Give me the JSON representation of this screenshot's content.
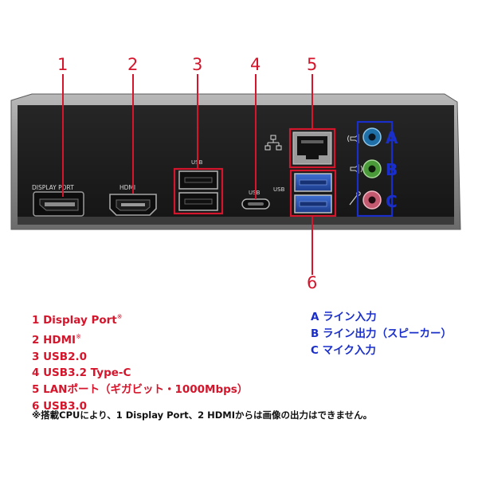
{
  "callouts": [
    "1",
    "2",
    "3",
    "4",
    "5",
    "6"
  ],
  "audio_callouts": [
    "A",
    "B",
    "C"
  ],
  "panel": {
    "displayport_label": "DISPLAY PORT",
    "hdmi_label": "HDMI",
    "usb_label": "USB"
  },
  "legend_left": [
    {
      "text": "1 Display Port",
      "mark": "※"
    },
    {
      "text": "2 HDMI",
      "mark": "※"
    },
    {
      "text": "3 USB2.0",
      "mark": ""
    },
    {
      "text": "4 USB3.2 Type-C",
      "mark": ""
    },
    {
      "text": "5 LANポート（ギガビット・1000Mbps）",
      "mark": ""
    },
    {
      "text": "6 USB3.0",
      "mark": ""
    }
  ],
  "legend_right": [
    "A ライン入力",
    "B ライン出力（スピーカー）",
    "C マイク入力"
  ],
  "note": "※搭載CPUにより、1 Display Port、2 HDMIからは画像の出力はできません。",
  "colors": {
    "callout_red": "#d4152b",
    "callout_blue": "#1a2fc9",
    "panel_dark": "#1c1c1c"
  }
}
